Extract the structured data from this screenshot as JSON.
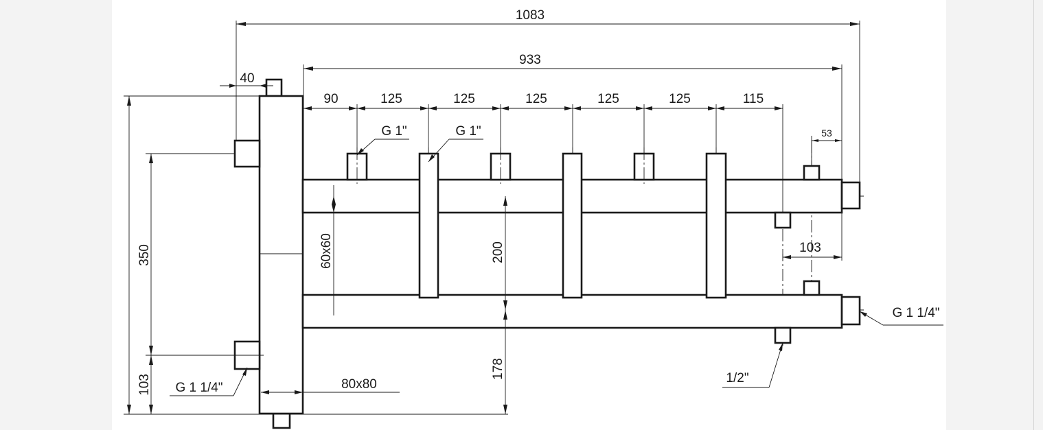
{
  "dimensions": {
    "overall_length": "1083",
    "manifold_length": "933",
    "wall_offset": "40",
    "spacing_first": "90",
    "spacing_1": "125",
    "spacing_2": "125",
    "spacing_3": "125",
    "spacing_4": "125",
    "spacing_5": "125",
    "spacing_last": "115",
    "end_offset": "53",
    "tail_length": "103",
    "total_height": "350",
    "bottom_height": "103",
    "header_section": "60x60",
    "header_distance": "200",
    "floor_height": "178",
    "column_section": "80x80"
  },
  "callouts": {
    "outlet_thread_left": "G 1\"",
    "outlet_thread_right": "G 1\"",
    "main_thread_right": "G 1 1/4\"",
    "main_thread_left": "G 1 1/4\"",
    "drain_thread": "1/2\""
  }
}
